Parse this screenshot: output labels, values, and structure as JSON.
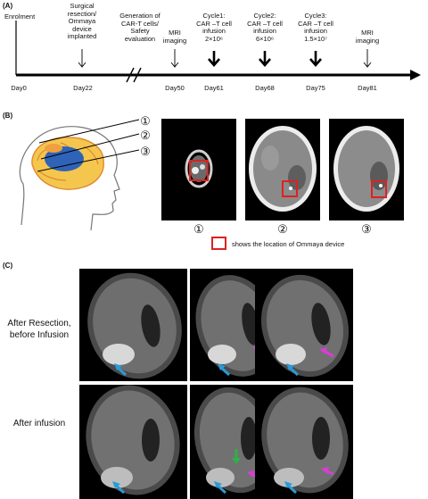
{
  "panel_a": {
    "label": "(A)",
    "start_label": "Enrolment",
    "events": [
      {
        "text": "Surgical\nresection/\nOmmaya\ndevice\nimplanted",
        "day": "Day22"
      },
      {
        "text": "Generation of\nCAR-T cells/\nSafety\nevaluation",
        "day": ""
      },
      {
        "text": "MRI\nimaging",
        "day": "Day50"
      },
      {
        "text": "Cycle1:\nCAR –T cell\ninfusion\n2×10⁶",
        "day": "Day61"
      },
      {
        "text": "Cycle2:\nCAR –T cell\ninfusion\n6×10⁶",
        "day": "Day68"
      },
      {
        "text": "Cycle3:\nCAR –T cell\ninfusion\n1.5×10⁷",
        "day": "Day75"
      },
      {
        "text": "MRI\nimaging",
        "day": "Day81"
      }
    ],
    "day0": "Day0"
  },
  "panel_b": {
    "label": "(B)",
    "slice_numbers": [
      "①",
      "②",
      "③"
    ],
    "legend": "shows the location of Ommaya device"
  },
  "panel_c": {
    "label": "(C)",
    "row1_label": "After Resection,\nbefore Infusion",
    "row2_label": "After infusion"
  },
  "colors": {
    "box_red": "#e02020",
    "arrow_blue": "#2a9bd6",
    "arrow_magenta": "#d63fd3",
    "arrow_green": "#2fb04a",
    "brain_blue": "#2f63b8",
    "brain_orange": "#f0a040"
  }
}
